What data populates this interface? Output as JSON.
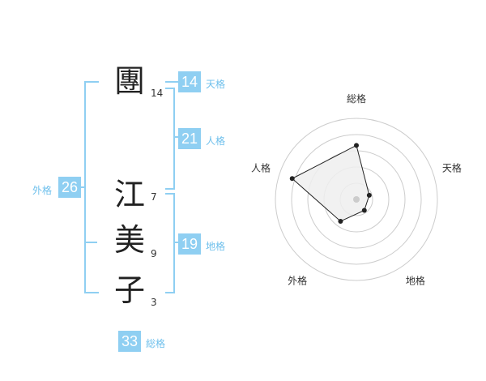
{
  "name": {
    "characters": [
      {
        "char": "團",
        "strokes": "14"
      },
      {
        "char": "江",
        "strokes": "7"
      },
      {
        "char": "美",
        "strokes": "9"
      },
      {
        "char": "子",
        "strokes": "3"
      }
    ]
  },
  "fortune": {
    "tenkaku": {
      "value": "14",
      "label": "天格"
    },
    "jinkaku": {
      "value": "21",
      "label": "人格"
    },
    "chikaku": {
      "value": "19",
      "label": "地格"
    },
    "gaikaku": {
      "value": "26",
      "label": "外格"
    },
    "soukaku": {
      "value": "33",
      "label": "総格"
    }
  },
  "chart_data": {
    "type": "radar",
    "axes": [
      "総格",
      "天格",
      "地格",
      "外格",
      "人格"
    ],
    "rings": 5,
    "values": [
      4,
      1,
      1,
      2,
      5
    ],
    "max": 6,
    "colors": {
      "fill": "#eeeeee",
      "line": "#222222",
      "grid": "#cccccc",
      "center": "#cccccc"
    }
  }
}
